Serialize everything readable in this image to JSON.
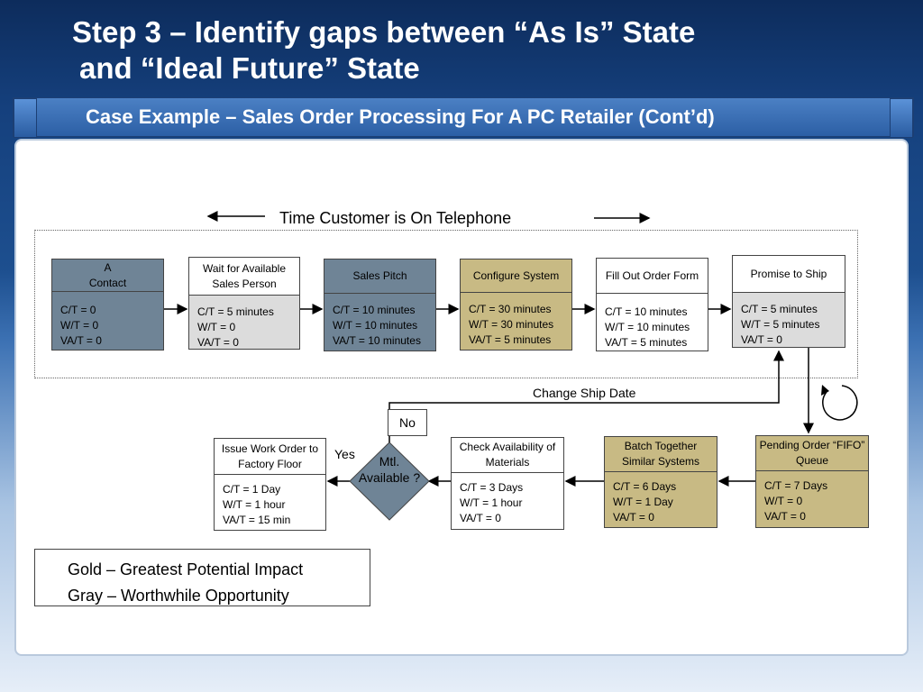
{
  "title": {
    "line1": "Step 3 – Identify gaps between “As Is” State",
    "line2": "and “Ideal Future” State"
  },
  "subtitle": "Case Example – Sales Order Processing  For A PC Retailer (Cont’d)",
  "telephone_label": "Time Customer is On Telephone",
  "top_row": [
    {
      "name": "A\nContact",
      "lines": [
        "C/T = 0",
        "W/T = 0",
        "VA/T = 0"
      ],
      "shade": "slate"
    },
    {
      "name": "Wait for Available Sales Person",
      "lines": [
        "C/T = 5 minutes",
        "W/T = 0",
        "VA/T = 0"
      ],
      "shade": "gray"
    },
    {
      "name": "Sales Pitch",
      "lines": [
        "C/T = 10 minutes",
        "W/T = 10 minutes",
        "VA/T = 10 minutes"
      ],
      "shade": "slate"
    },
    {
      "name": "Configure System",
      "lines": [
        "C/T = 30 minutes",
        "W/T = 30 minutes",
        "VA/T = 5 minutes"
      ],
      "shade": "gold"
    },
    {
      "name": "Fill Out Order Form",
      "lines": [
        "C/T = 10 minutes",
        "W/T = 10 minutes",
        "VA/T = 5 minutes"
      ],
      "shade": "white"
    },
    {
      "name": "Promise to Ship",
      "lines": [
        "C/T = 5 minutes",
        "W/T = 5 minutes",
        "VA/T = 0"
      ],
      "shade": "gray"
    }
  ],
  "bottom_row": [
    {
      "name": "Issue Work Order to Factory Floor",
      "lines": [
        "C/T = 1 Day",
        "W/T = 1 hour",
        "VA/T = 15 min"
      ],
      "shade": "white"
    },
    {
      "name": "Check Availability of Materials",
      "lines": [
        "C/T = 3 Days",
        "W/T = 1 hour",
        "VA/T = 0"
      ],
      "shade": "white"
    },
    {
      "name": "Batch Together Similar Systems",
      "lines": [
        "C/T = 6 Days",
        "W/T = 1 Day",
        "VA/T = 0"
      ],
      "shade": "gold"
    },
    {
      "name": "Pending Order “FIFO” Queue",
      "lines": [
        "C/T = 7 Days",
        "W/T = 0",
        "VA/T = 0"
      ],
      "shade": "gold"
    }
  ],
  "decision": {
    "text": "Mtl. Available ?",
    "yes": "Yes",
    "no": "No"
  },
  "change_ship_date": "Change Ship Date",
  "legend": {
    "gold": "Gold – Greatest Potential Impact",
    "gray": "Gray – Worthwhile Opportunity"
  },
  "colors": {
    "gold": "#c8ba84",
    "gray": "#dcdcdc",
    "slate": "#6f8496",
    "banner": "#2c5fa5"
  }
}
